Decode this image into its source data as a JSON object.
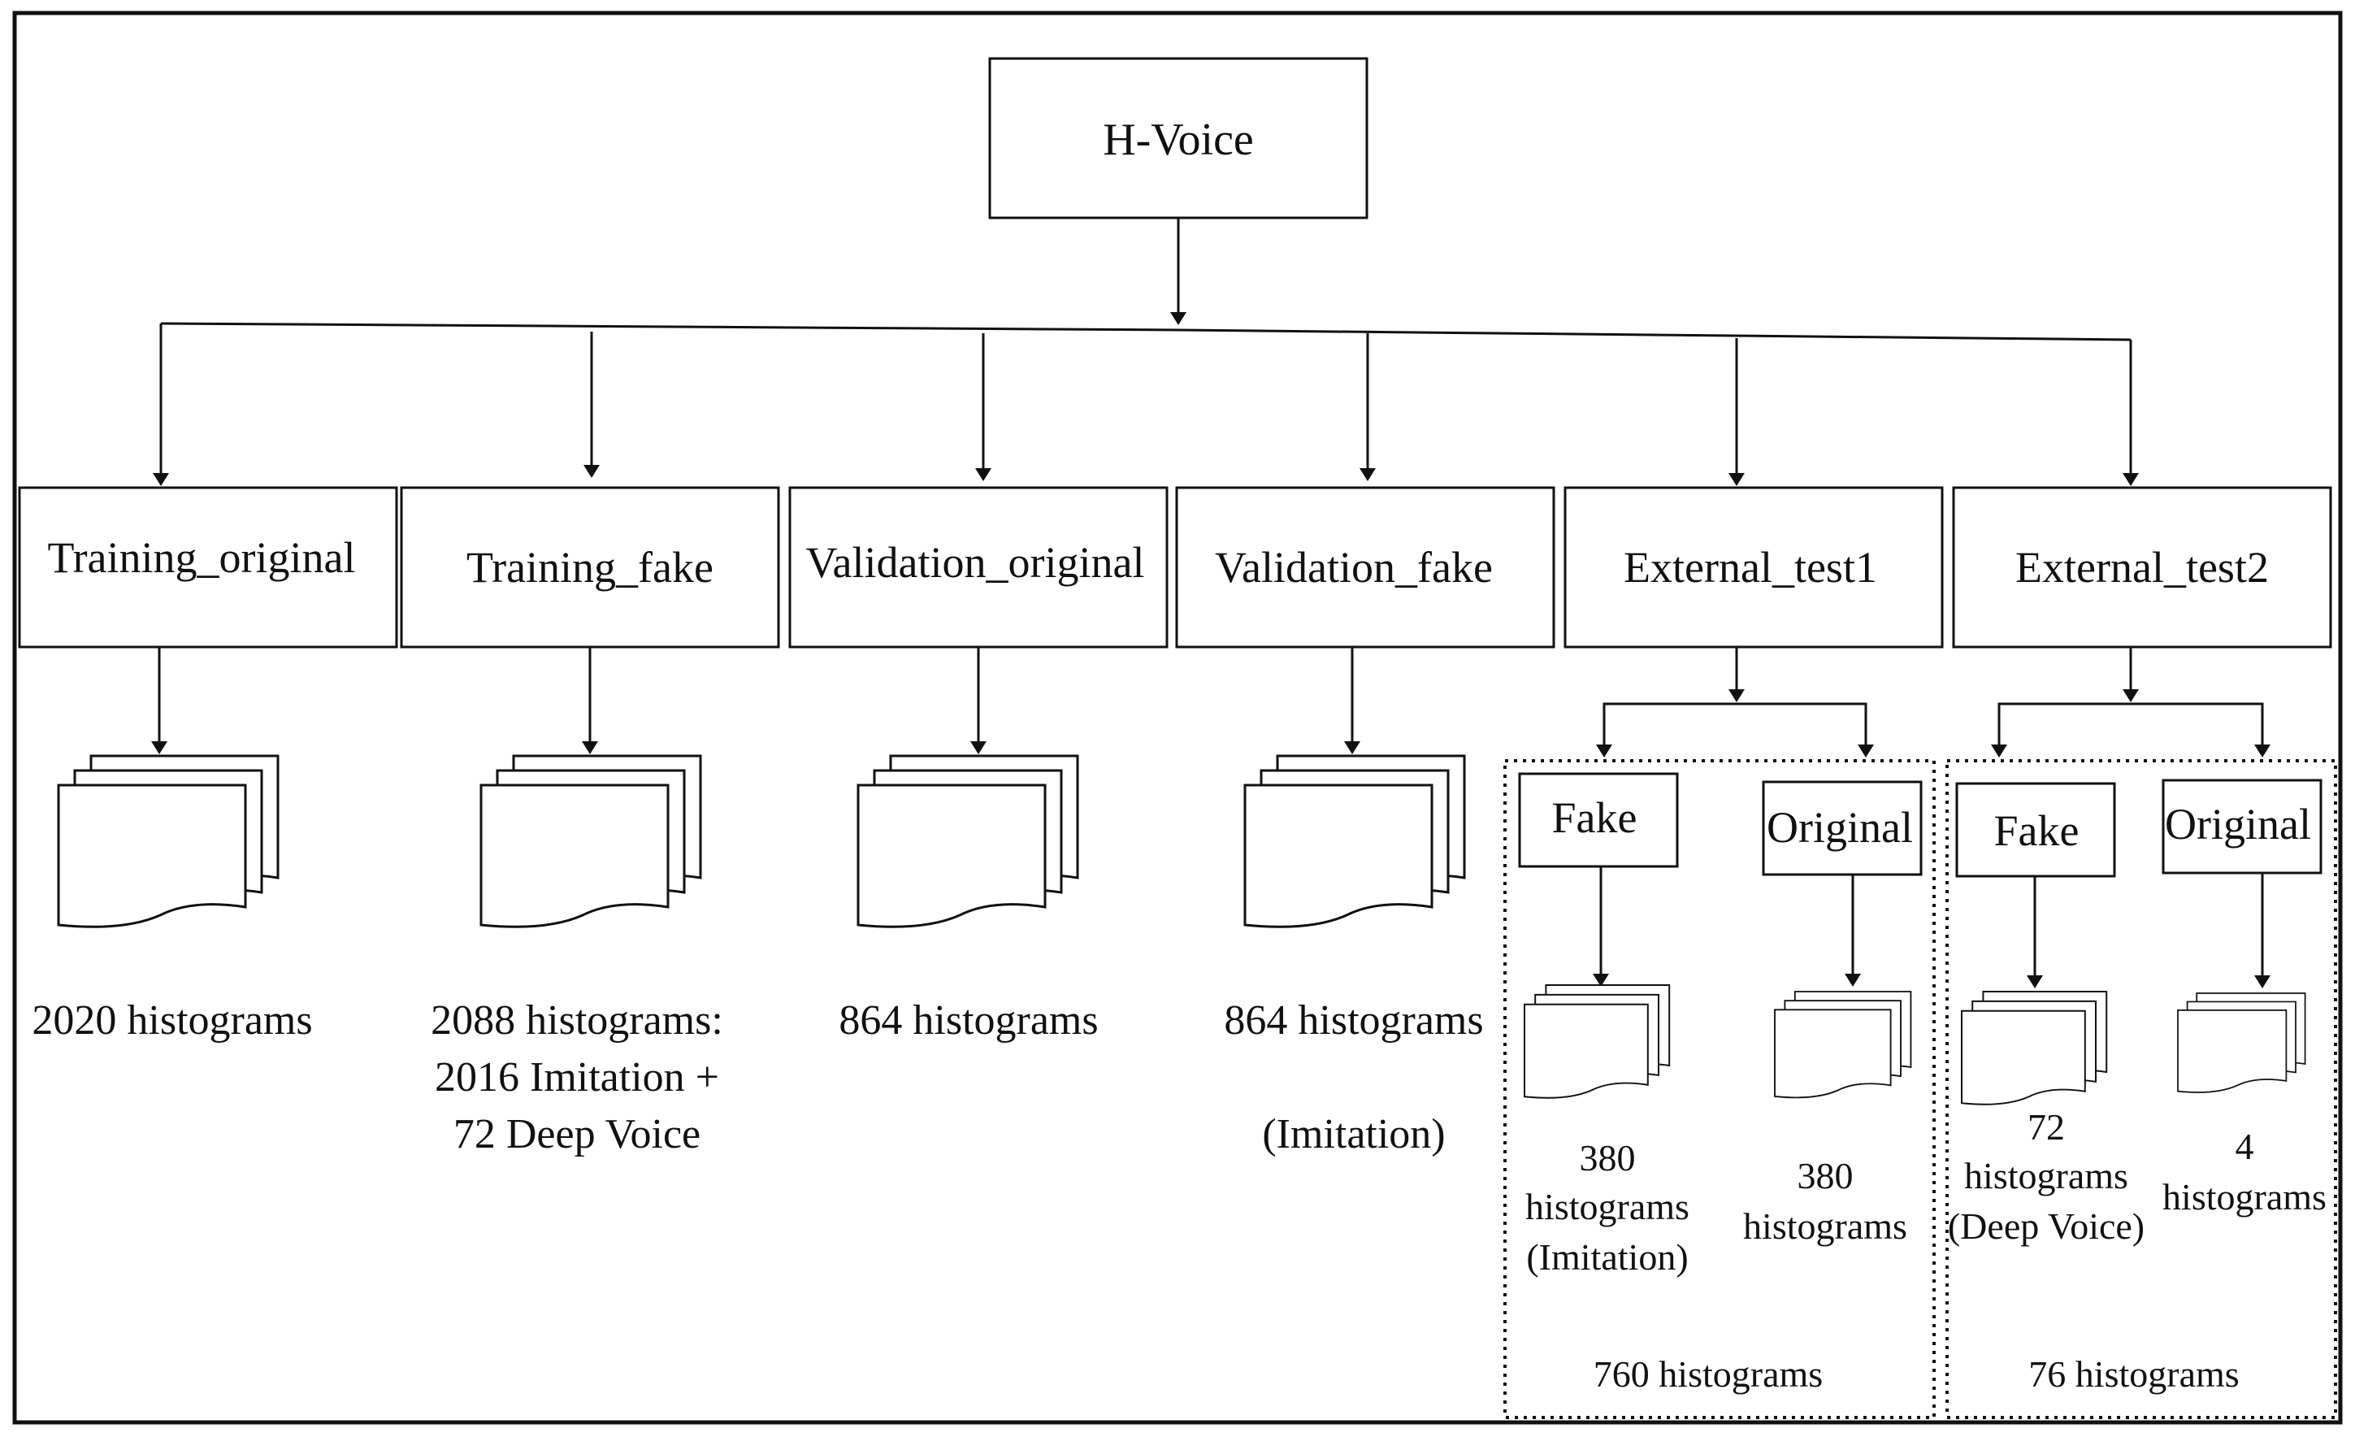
{
  "root": {
    "label": "H-Voice"
  },
  "categories": [
    {
      "label": "Training_original",
      "caption": [
        "2020 histograms"
      ]
    },
    {
      "label": "Training_fake",
      "caption": [
        "2088 histograms:",
        "2016 Imitation +",
        "72 Deep Voice"
      ]
    },
    {
      "label": "Validation_original",
      "caption": [
        "864 histograms"
      ]
    },
    {
      "label": "Validation_fake",
      "caption": [
        "864 histograms",
        "",
        "(Imitation)"
      ]
    },
    {
      "label": "External_test1",
      "total": "760 histograms",
      "children": [
        {
          "label": "Fake",
          "caption": [
            "380",
            "histograms",
            "(Imitation)"
          ]
        },
        {
          "label": "Original",
          "caption": [
            "380",
            "histograms"
          ]
        }
      ]
    },
    {
      "label": "External_test2",
      "total": "76 histograms",
      "children": [
        {
          "label": "Fake",
          "caption": [
            "72",
            "histograms",
            "(Deep Voice)"
          ]
        },
        {
          "label": "Original",
          "caption": [
            "4",
            "histograms"
          ]
        }
      ]
    }
  ]
}
